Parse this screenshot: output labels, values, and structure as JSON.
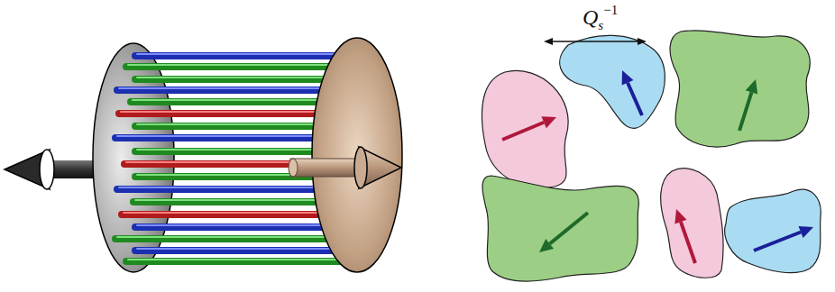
{
  "diagram": {
    "labels": [
      "Q",
      "s",
      "−1"
    ]
  }
}
